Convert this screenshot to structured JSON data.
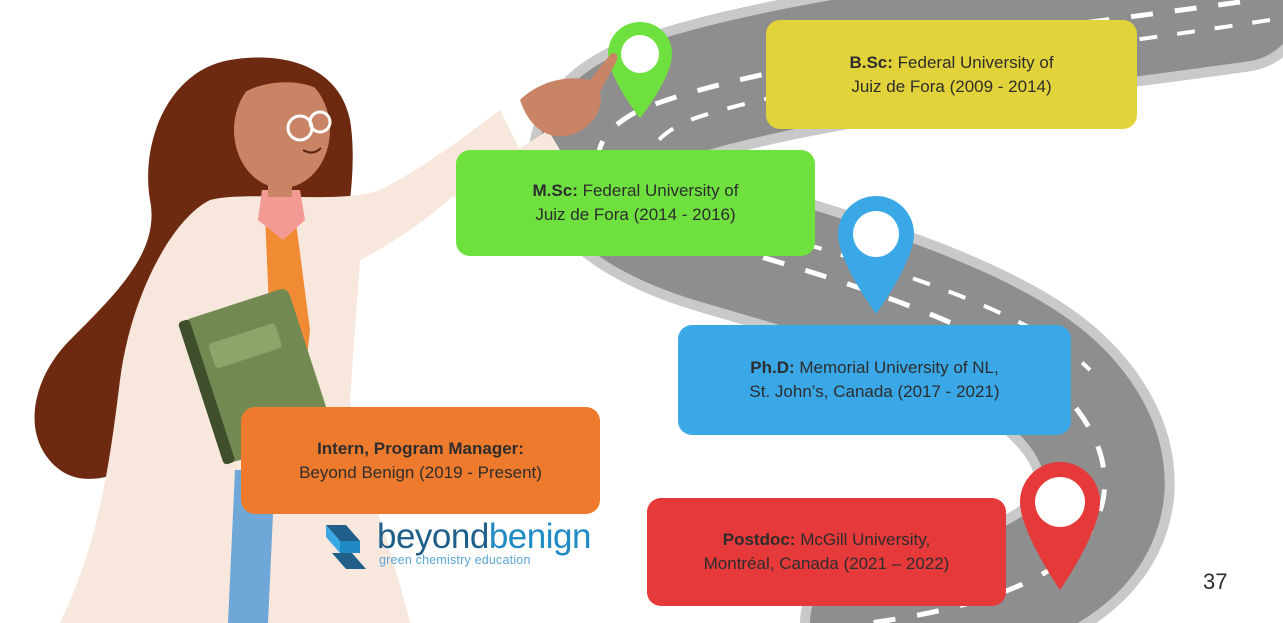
{
  "milestones": {
    "bsc": {
      "degree": "B.Sc:",
      "line1": "Federal University of",
      "line2": "Juiz de Fora (2009 - 2014)",
      "color": "#e2d33a"
    },
    "msc": {
      "degree": "M.Sc:",
      "line1": "Federal University of",
      "line2": "Juiz de Fora (2014 - 2016)",
      "color": "#6ee13f"
    },
    "phd": {
      "degree": "Ph.D:",
      "line1": "Memorial University of NL,",
      "line2": "St. John’s, Canada (2017 - 2021)",
      "color": "#3aa7e6"
    },
    "intern": {
      "degree": "Intern, Program Manager:",
      "line2": "Beyond Benign (2019 - Present)",
      "color": "#ee7a2d"
    },
    "postdoc": {
      "degree": "Postdoc:",
      "line1": "McGill University,",
      "line2": "Montréal, Canada (2021 – 2022)",
      "color": "#e5393a"
    }
  },
  "logo": {
    "word1": "beyond",
    "word2": "benign",
    "tagline": "green chemistry education",
    "icon": "beyond-benign-logo-icon"
  },
  "page_number": "37",
  "icons": {
    "pins": [
      "map-pin-icon"
    ],
    "character": "scientist-illustration",
    "road": "winding-road-illustration"
  },
  "colors": {
    "road": "#8e8e8e",
    "road_edge": "#c7c7c7",
    "coat": "#f7e7dc",
    "hair": "#6e2a10",
    "shirt": "#f08a33",
    "book": "#728a52",
    "pants": "#6fa8d8"
  }
}
